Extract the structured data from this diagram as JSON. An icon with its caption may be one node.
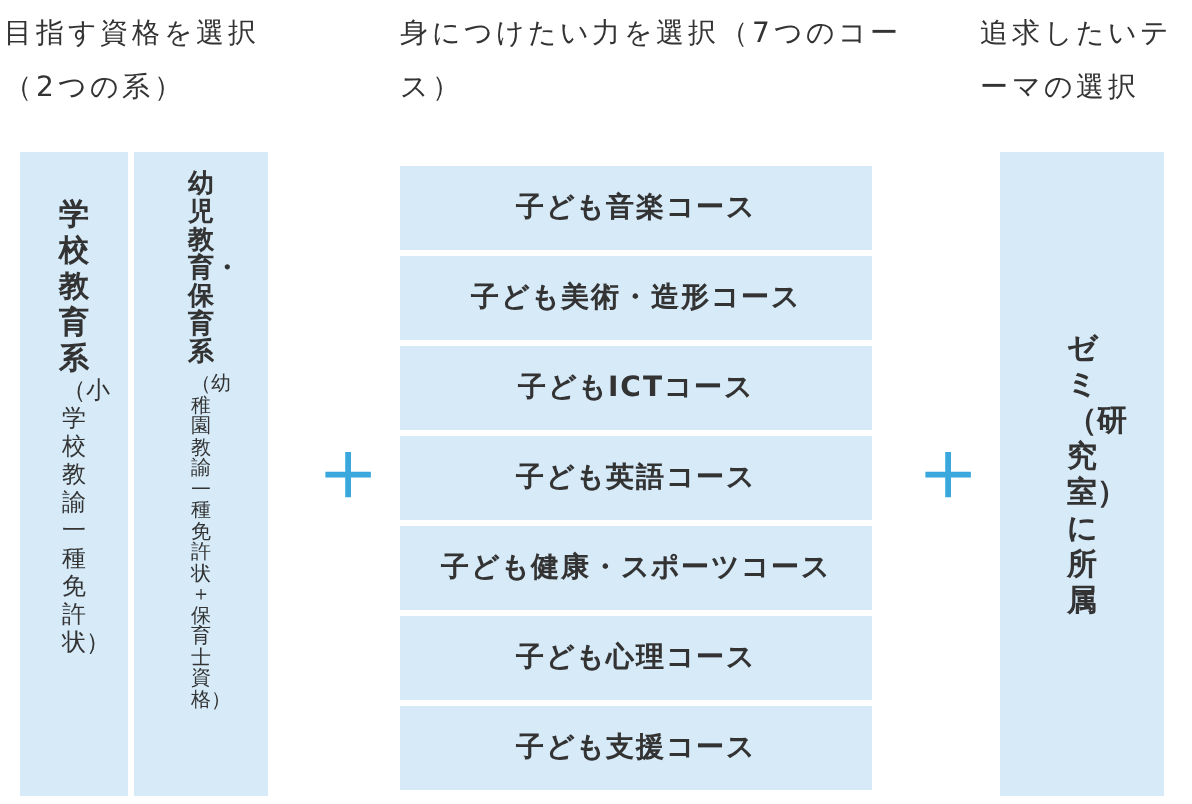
{
  "diagram": {
    "nodes": [
      {
        "text": [
          "学校教育系",
          "（小学校教諭一種免許状）"
        ]
      },
      {
        "text": [
          "幼児教育・保育系",
          "（幼稚園教諭一種免許状＋保育士資格）"
        ]
      },
      {
        "text": [
          "子ども音楽コース"
        ]
      },
      {
        "text": [
          "子ども美術・造形コース"
        ]
      },
      {
        "text": [
          "子どもICTコース"
        ]
      },
      {
        "text": [
          "子ども英語コース"
        ]
      },
      {
        "text": [
          "子ども健康・スポーツコース"
        ]
      },
      {
        "text": [
          "子ども心理コース"
        ]
      },
      {
        "text": [
          "子ども支援コース"
        ]
      },
      {
        "text": [
          "ゼミ（研究室）に所属"
        ]
      }
    ],
    "edges": [],
    "labels": [
      "目指す資格を選択（2つの系）",
      "身につけたい力を選択（7つのコース）",
      "追求したいテーマの選択",
      "＋",
      "＋"
    ]
  }
}
